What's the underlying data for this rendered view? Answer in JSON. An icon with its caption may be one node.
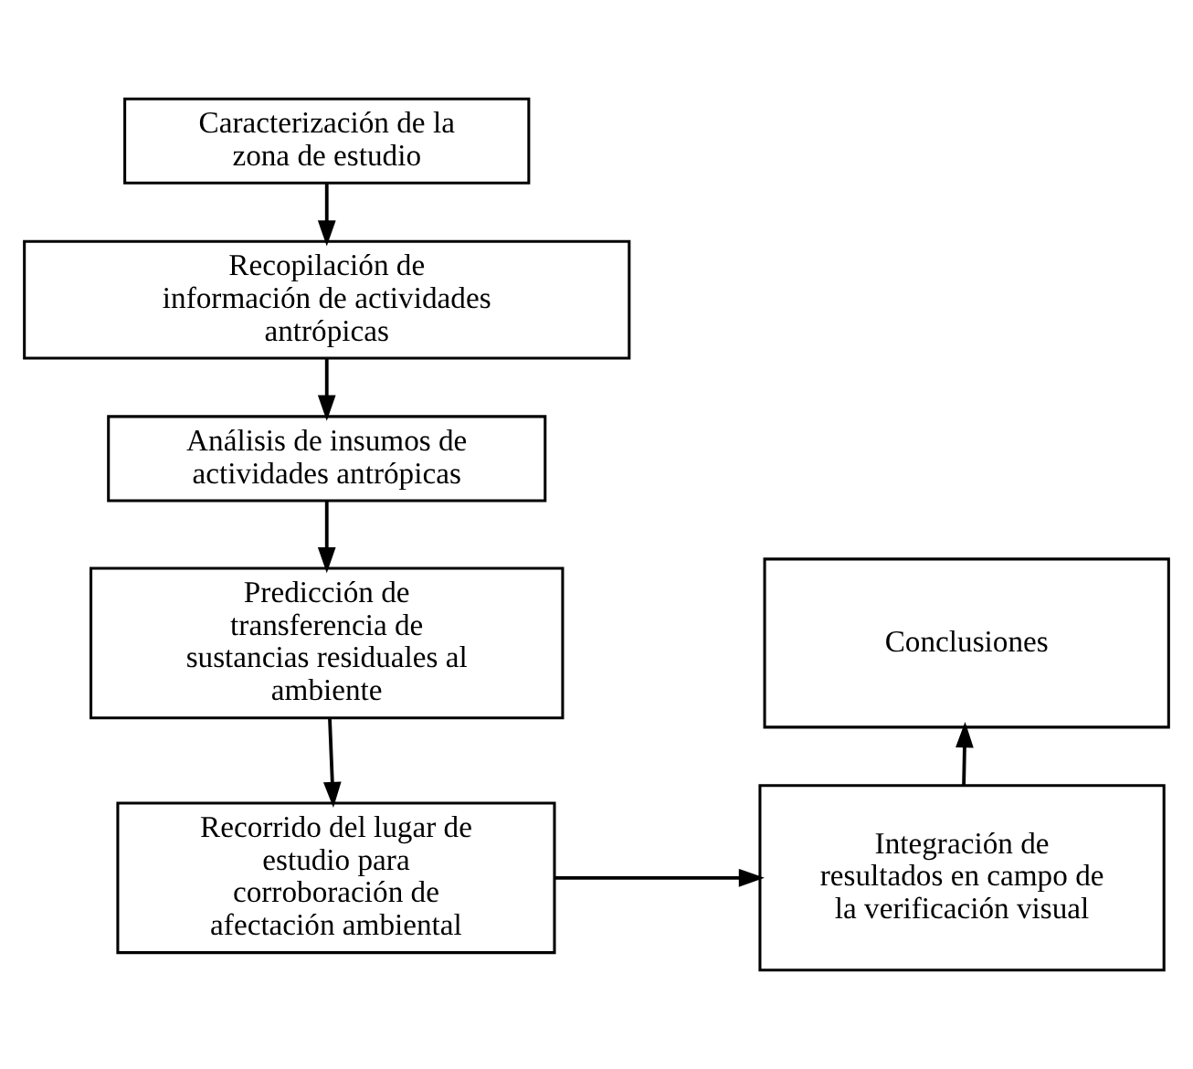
{
  "diagram": {
    "nodes": [
      {
        "text": [
          "Caracterización de la zona de estudio"
        ]
      },
      {
        "text": [
          "Recopilación de información de actividades antrópicas"
        ]
      },
      {
        "text": [
          "Análisis de insumos de actividades antrópicas"
        ]
      },
      {
        "text": [
          "Predicción de transferencia de sustancias residuales al ambiente"
        ]
      },
      {
        "text": [
          "Recorrido del lugar de estudio para corroboración de afectación ambiental"
        ]
      },
      {
        "text": [
          "Integración de resultados en campo de la verificación visual"
        ]
      },
      {
        "text": [
          "Conclusiones"
        ]
      }
    ],
    "edges": [
      {
        "from": 0,
        "to": 1,
        "arrow": "to"
      },
      {
        "from": 1,
        "to": 2,
        "arrow": "to"
      },
      {
        "from": 2,
        "to": 3,
        "arrow": "to"
      },
      {
        "from": 3,
        "to": 4,
        "arrow": "to"
      },
      {
        "from": 4,
        "to": 5,
        "arrow": "to"
      },
      {
        "from": 5,
        "to": 6,
        "arrow": "to"
      }
    ]
  }
}
